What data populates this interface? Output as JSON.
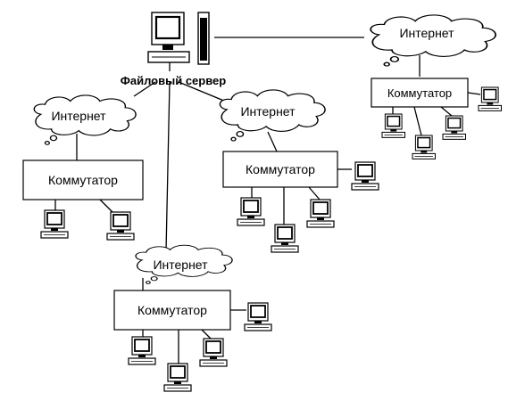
{
  "diagram": {
    "server_label": "Файловый сервер",
    "clouds": [
      "Интернет",
      "Интернет",
      "Интернет",
      "Интернет"
    ],
    "switches": [
      "Коммутатор",
      "Коммутатор",
      "Коммутатор",
      "Коммутатор"
    ]
  },
  "icons": {
    "server": "server-computer-icon",
    "workstation": "computer-icon",
    "cloud": "cloud-icon"
  },
  "colors": {
    "stroke": "#000000",
    "fill": "#ffffff"
  }
}
